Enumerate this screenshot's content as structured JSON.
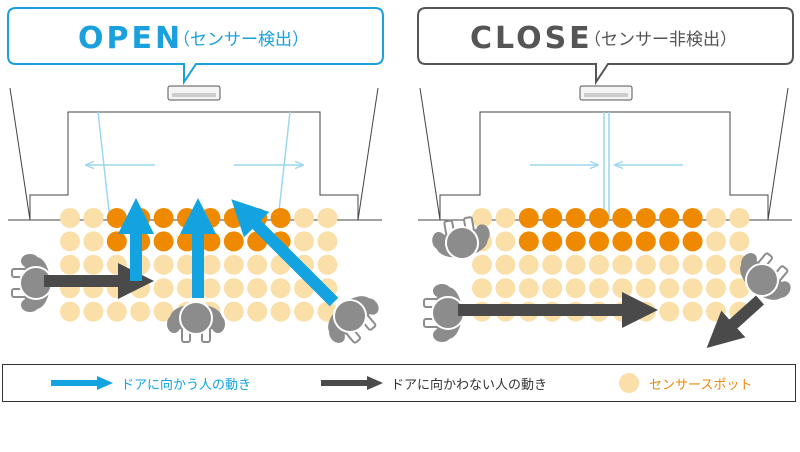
{
  "left_panel": {
    "title_main": "OPEN",
    "title_sub": "（センサー検出）",
    "accent_color": "#1aa0dc",
    "active_rows": 2,
    "door_state": "open"
  },
  "right_panel": {
    "title_main": "CLOSE",
    "title_sub": "（センサー非検出）",
    "accent_color": "#555555",
    "active_rows": 2,
    "door_state": "closed"
  },
  "sensor_grid": {
    "rows": 5,
    "cols": 12
  },
  "legend": {
    "toward_label": "ドアに向かう人の動き",
    "away_label": "ドアに向かわない人の動き",
    "spot_label": "センサースポット"
  },
  "colors": {
    "toward_arrow": "#12a3e0",
    "away_arrow": "#4a4a4a",
    "spot_active": "#ef8a00",
    "spot_idle": "#fbdfa9",
    "person": "#8c8c8c",
    "door_line": "#9cd6ef",
    "spot_label_color": "#e8890a"
  }
}
